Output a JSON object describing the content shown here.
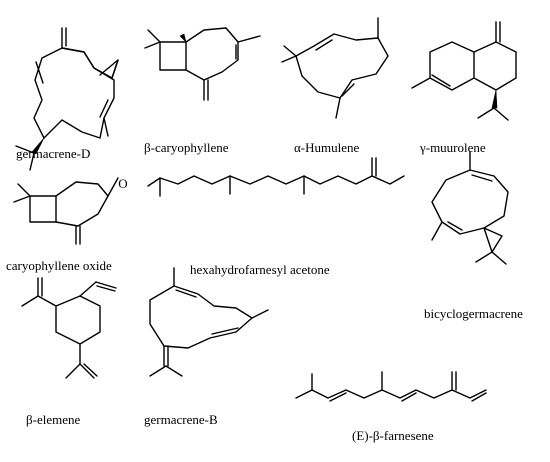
{
  "compounds": [
    {
      "id": "germacrene-d",
      "label": "germacrene-D"
    },
    {
      "id": "beta-caryophyllene",
      "label": "β-caryophyllene"
    },
    {
      "id": "alpha-humulene",
      "label": "α-Humulene"
    },
    {
      "id": "gamma-muurolene",
      "label": "γ-muurolene"
    },
    {
      "id": "caryophyllene-oxide",
      "label": "caryophyllene oxide"
    },
    {
      "id": "hexahydrofarnesyl-acetone",
      "label": "hexahydrofarnesyl acetone"
    },
    {
      "id": "bicyclogermacrene",
      "label": "bicyclogermacrene"
    },
    {
      "id": "beta-elemene",
      "label": "β-elemene"
    },
    {
      "id": "germacrene-b",
      "label": "germacrene-B"
    },
    {
      "id": "e-beta-farnesene",
      "label": "(E)-β-farnesene"
    }
  ],
  "atom_labels": {
    "epoxide_oxygen": "O"
  }
}
